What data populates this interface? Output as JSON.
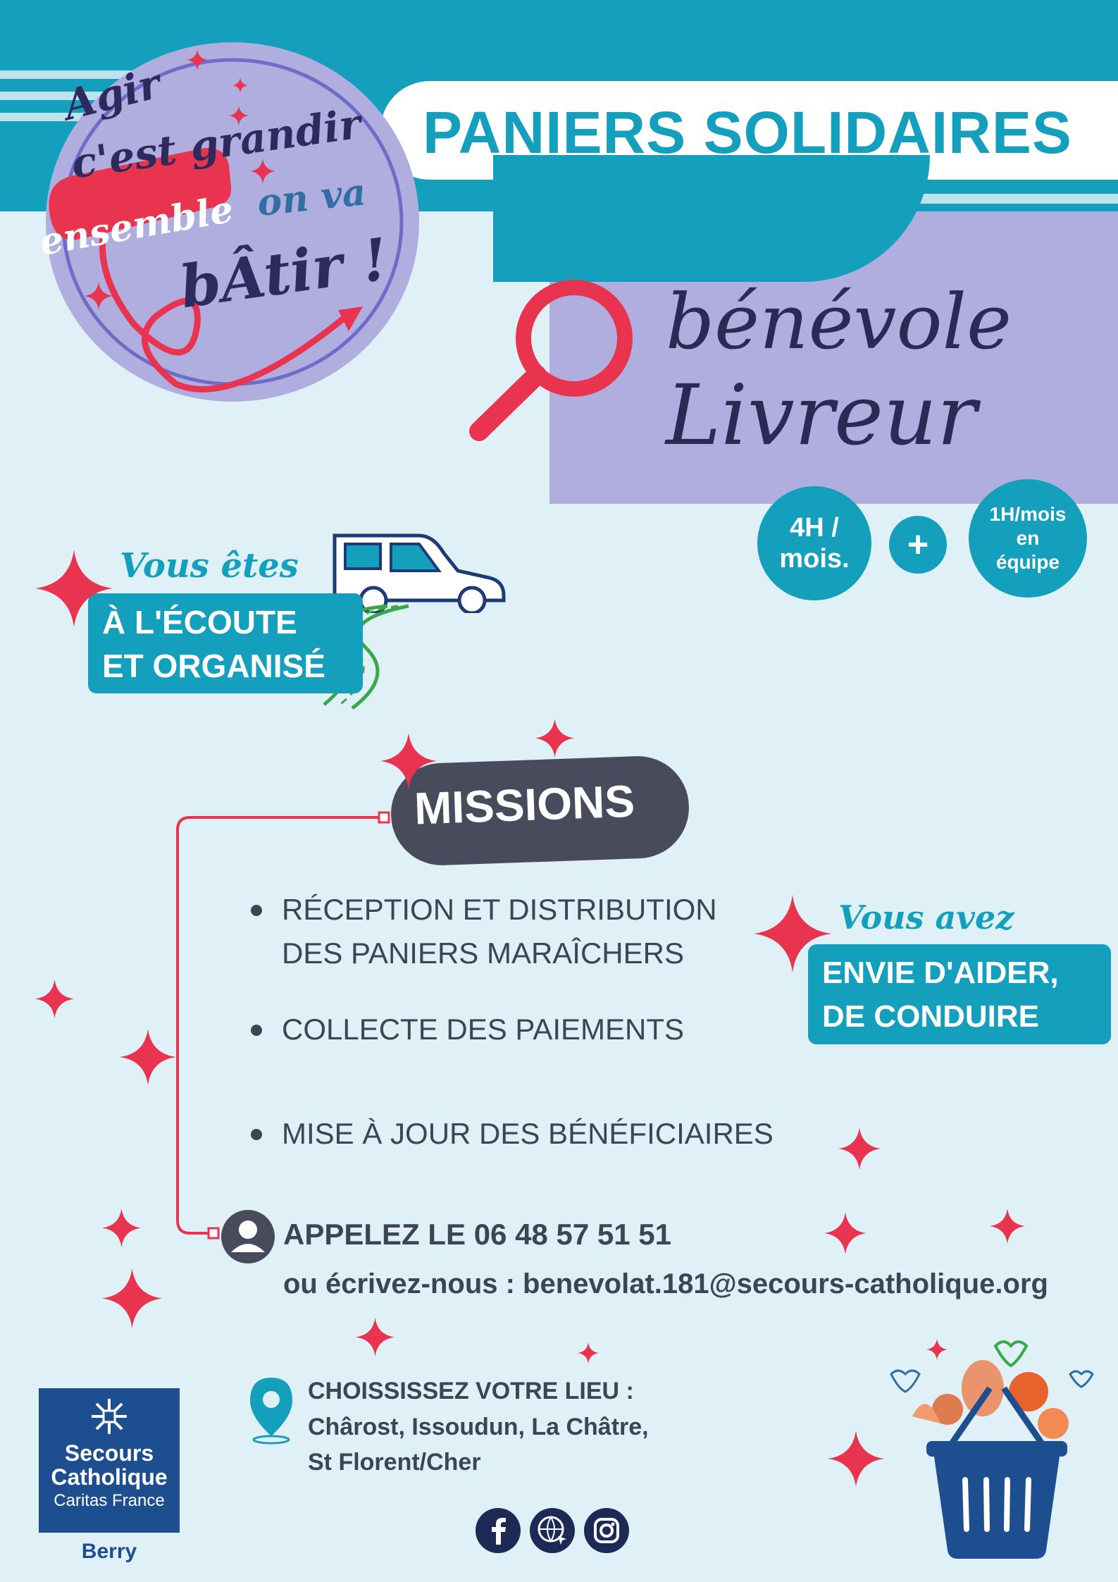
{
  "header": {
    "title": "PANIERS SOLIDAIRES"
  },
  "slogan": {
    "line1": "Agir",
    "line2": "c'est grandir",
    "line3": "ensemble",
    "line4": "on va",
    "line5": "bÂtir !"
  },
  "role": {
    "line1": "bénévole",
    "line2": "Livreur"
  },
  "time": {
    "left_line1": "4H /",
    "left_line2": "mois.",
    "plus": "+",
    "right_line1": "1H/mois",
    "right_line2": "en",
    "right_line3": "équipe"
  },
  "profile": {
    "intro": "Vous êtes",
    "line1": "À L'ÉCOUTE",
    "line2": "ET ORGANISÉ"
  },
  "missions": {
    "title": "MISSIONS",
    "items": [
      {
        "line1": "RÉCEPTION ET DISTRIBUTION",
        "line2": "DES PANIERS MARAÎCHERS"
      },
      {
        "line1": "COLLECTE DES PAIEMENTS"
      },
      {
        "line1": "MISE À JOUR DES BÉNÉFICIAIRES"
      }
    ]
  },
  "desire": {
    "intro": "Vous avez",
    "line1": "ENVIE D'AIDER,",
    "line2": "DE CONDUIRE"
  },
  "contact": {
    "phone_text": "APPELEZ LE 06 48 57 51 51",
    "email_text": "ou écrivez-nous : benevolat.181@secours-catholique.org"
  },
  "location": {
    "heading": "CHOISSISSEZ VOTRE LIEU :",
    "line1": "Chârost, Issoudun, La Châtre,",
    "line2": "St Florent/Cher"
  },
  "logo": {
    "line1": "Secours",
    "line2": "Catholique",
    "line3": "Caritas France",
    "region": "Berry"
  },
  "colors": {
    "teal": "#14a0bd",
    "lavender": "#b0addf",
    "red": "#e8344e",
    "navy": "#1d3a78",
    "dark": "#3c4455",
    "background": "#dff0f6"
  },
  "icons": [
    "van-icon",
    "magnifier-icon",
    "user-icon",
    "location-pin-icon",
    "facebook-icon",
    "web-icon",
    "instagram-icon",
    "basket-icon",
    "heart-icon",
    "sparkle-icon"
  ]
}
